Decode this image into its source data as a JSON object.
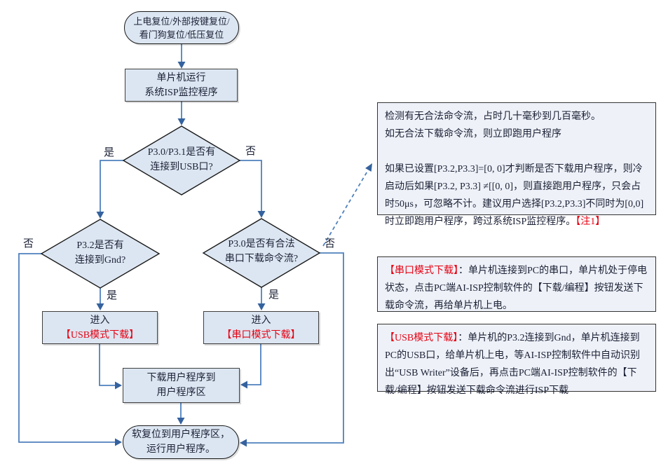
{
  "flow": {
    "start": {
      "line1": "上电复位/外部按键复位/",
      "line2": "看门狗复位/低压复位"
    },
    "monitor": {
      "line1": "单片机运行",
      "line2": "系统ISP监控程序"
    },
    "d_usb": {
      "line1": "P3.0/P3.1是否有",
      "line2": "连接到USB口?"
    },
    "d_gnd": {
      "line1": "P3.2是否有",
      "line2": "连接到Gnd?"
    },
    "d_serial": {
      "line1": "P3.0是否有合法",
      "line2": "串口下载命令流?"
    },
    "enter_usb": {
      "line1": "进入",
      "line2": "【USB模式下载】"
    },
    "enter_serial": {
      "line1": "进入",
      "line2": "【串口模式下载】"
    },
    "download": {
      "line1": "下载用户程序到",
      "line2": "用户程序区"
    },
    "end": {
      "line1": "软复位到用户程序区，",
      "line2": "运行用户程序。"
    }
  },
  "labels": {
    "yes1": "是",
    "no1": "否",
    "no2": "否",
    "yes2": "是",
    "yes3": "是",
    "no3": "否"
  },
  "notes": {
    "note1": {
      "para1_line1": "检测有无合法命令流，占时几十毫秒到几百毫秒。",
      "para1_line2": "如无合法下载命令流，则立即跑用户程序",
      "para2": "如果已设置[P3.2,P3.3]=[0, 0]才判断是否下载用户程序，则冷启动后如果[P3.2, P3.3] ≠[[0, 0]，则直接跑用户程序，只会占时50μs，可忽略不计。建议用户选择[P3.2,P3.3]不同时为[0,0]时立即跑用户程序，跨过系统ISP监控程序。",
      "tag": "【注1】"
    },
    "note2": {
      "title": "【串口模式下载】",
      "body": "：单片机连接到PC的串口，单片机处于停电状态，点击PC端AI-ISP控制软件的【下载/编程】按钮发送下载命令流，再给单片机上电。"
    },
    "note3": {
      "title": "【USB模式下载】",
      "body": "：单片机的P3.2连接到Gnd，单片机连接到PC的USB口，给单片机上电，等AI-ISP控制软件中自动识别出“USB Writer”设备后，再点击PC端AI-ISP控制软件的【下载/编程】按钮发送下载命令流进行ISP下载"
    }
  },
  "colors": {
    "node_fill": "#dce6f2",
    "note_fill": "#eef1f8",
    "line_blue": "#4f81bd",
    "arrow_blue": "#35629e",
    "red": "#e60011"
  }
}
